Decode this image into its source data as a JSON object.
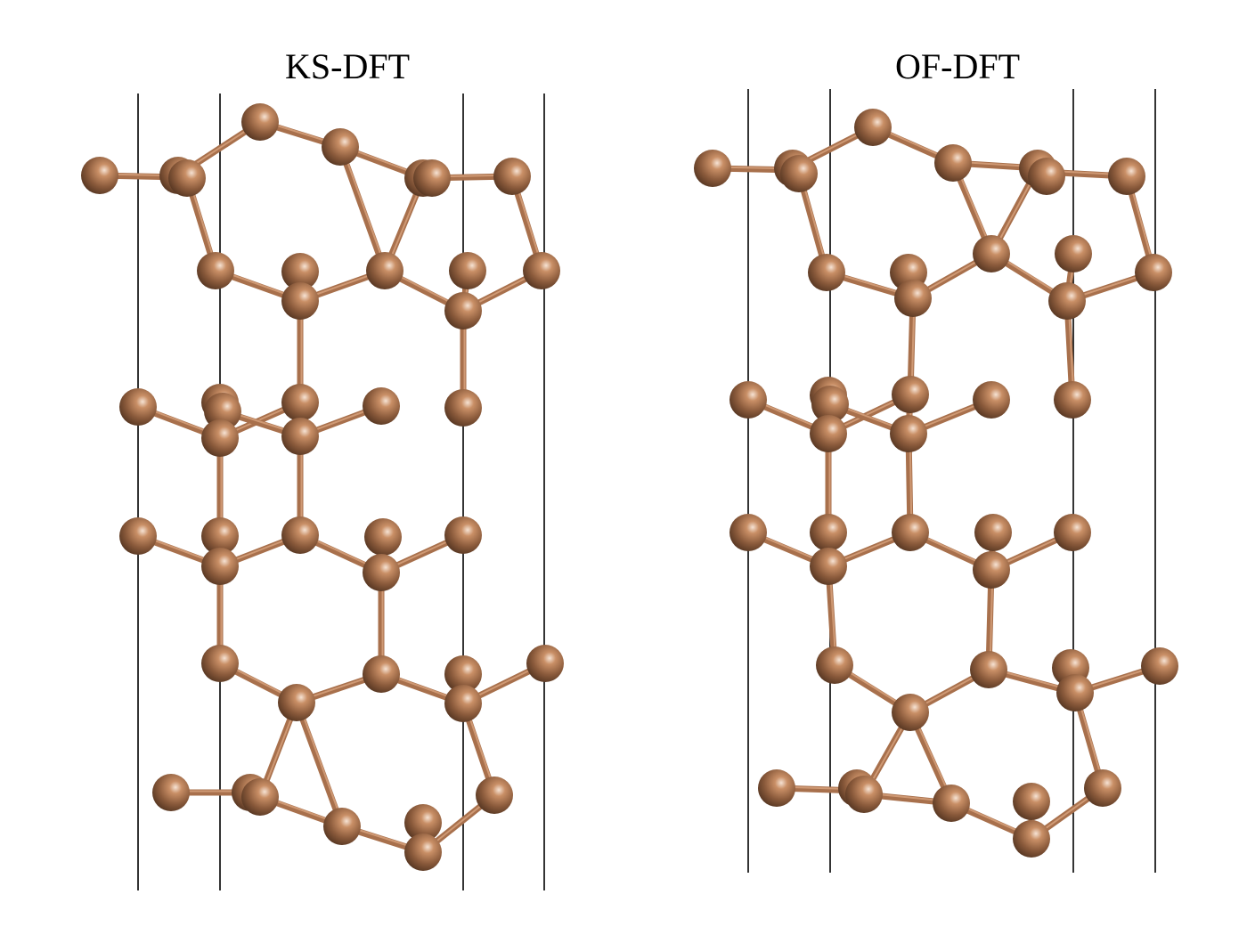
{
  "panels": [
    {
      "title": "KS-DFT"
    },
    {
      "title": "OF-DFT"
    }
  ],
  "colors": {
    "atom": "#8a5a3b",
    "atom_highlight": "#f6e3d4",
    "bond": "#a8704c",
    "cell_line": "#000000",
    "background": "#ffffff"
  },
  "icons": {
    "atom": "sphere",
    "bond": "cylinder"
  }
}
